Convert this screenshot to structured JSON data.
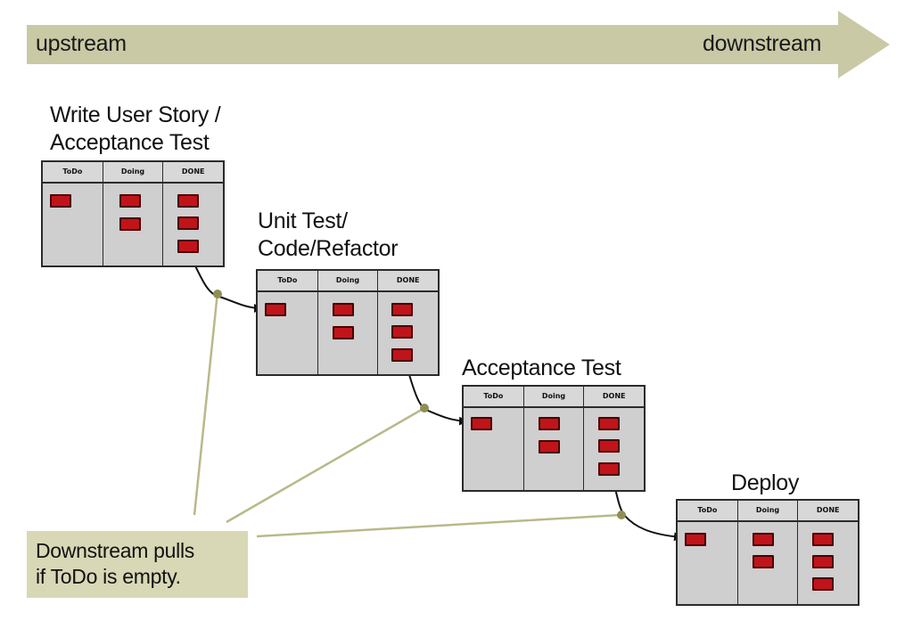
{
  "flow": {
    "upstream_label": "upstream",
    "downstream_label": "downstream",
    "arrow_color": "#c9c9a6"
  },
  "stages": [
    {
      "title": "Write User Story /\nAcceptance Test",
      "columns": [
        {
          "label": "ToDo",
          "cards": 1
        },
        {
          "label": "Doing",
          "cards": 2
        },
        {
          "label": "DONE",
          "cards": 3
        }
      ]
    },
    {
      "title": "Unit Test/\nCode/Refactor",
      "columns": [
        {
          "label": "ToDo",
          "cards": 1
        },
        {
          "label": "Doing",
          "cards": 2
        },
        {
          "label": "DONE",
          "cards": 3
        }
      ]
    },
    {
      "title": "Acceptance Test",
      "columns": [
        {
          "label": "ToDo",
          "cards": 1
        },
        {
          "label": "Doing",
          "cards": 2
        },
        {
          "label": "DONE",
          "cards": 3
        }
      ]
    },
    {
      "title": "Deploy",
      "columns": [
        {
          "label": "ToDo",
          "cards": 1
        },
        {
          "label": "Doing",
          "cards": 2
        },
        {
          "label": "DONE",
          "cards": 3
        }
      ]
    }
  ],
  "note": {
    "text": "Downstream pulls\nif ToDo is empty."
  },
  "colors": {
    "card": "#c0141a",
    "board": "#cfcfcf",
    "note_background": "#d8d8b6",
    "callout_line": "#b9b98a",
    "callout_dot": "#8f8f55"
  }
}
